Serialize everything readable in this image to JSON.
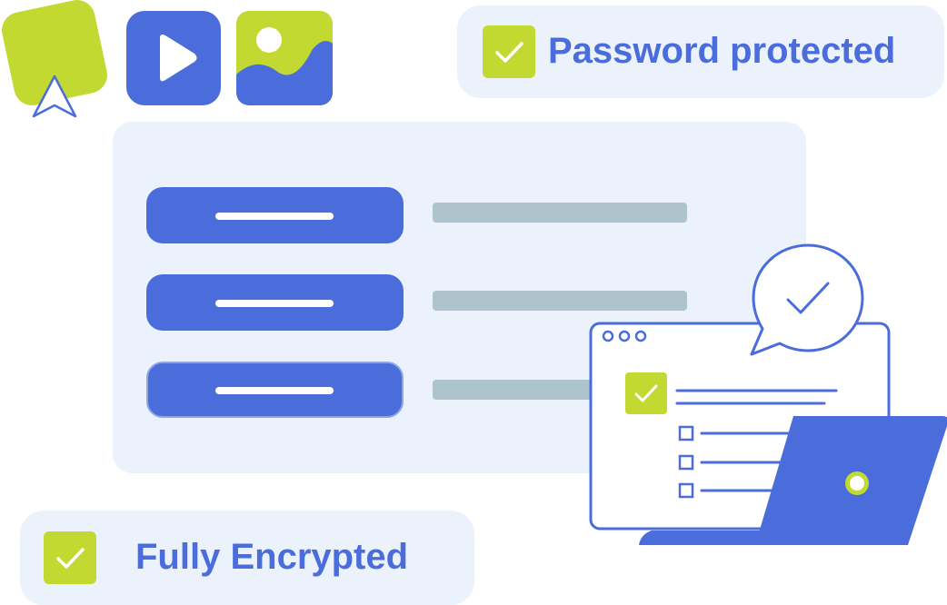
{
  "badges": {
    "password": {
      "label": "Password protected"
    },
    "encrypted": {
      "label": "Fully Encrypted"
    }
  },
  "icons": {
    "pointer": "cursor-arrow-icon",
    "video": "play-icon",
    "image": "image-icon",
    "check": "checkmark-icon",
    "speech": "speech-bubble-check-icon",
    "laptop": "laptop-icon"
  },
  "colors": {
    "accent": "#4a6ddb",
    "lime": "#c2d932",
    "panel": "#ebf2fc",
    "line": "#aec4cc"
  },
  "rows_count_visible": 3
}
